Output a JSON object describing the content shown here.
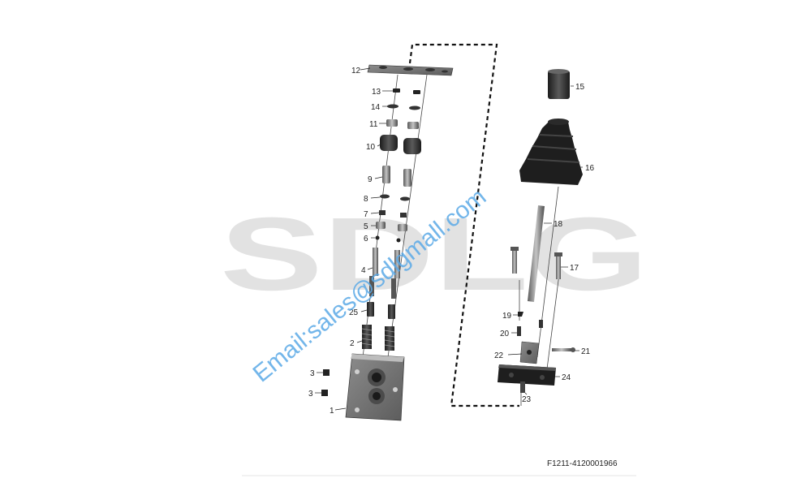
{
  "watermark": {
    "logo": "SDLG",
    "email": "Email:sales@sdlgmall.com",
    "logo_color": "#e2e2e2",
    "email_color": "#5aa9e6"
  },
  "part_code": "F1211-4120001966",
  "callouts": {
    "c1": "1",
    "c2": "2",
    "c3a": "3",
    "c3b": "3",
    "c4": "4",
    "c5": "5",
    "c6": "6",
    "c7": "7",
    "c8": "8",
    "c9": "9",
    "c10": "10",
    "c11": "11",
    "c12": "12",
    "c13": "13",
    "c14": "14",
    "c15": "15",
    "c16": "16",
    "c17": "17",
    "c18": "18",
    "c19": "19",
    "c20": "20",
    "c21": "21",
    "c22": "22",
    "c23": "23",
    "c24": "24",
    "c25": "25"
  },
  "colors": {
    "part_dark": "#2e2e2e",
    "part_mid": "#6b6b6b",
    "part_light": "#a8a8a8",
    "line": "#333333"
  }
}
